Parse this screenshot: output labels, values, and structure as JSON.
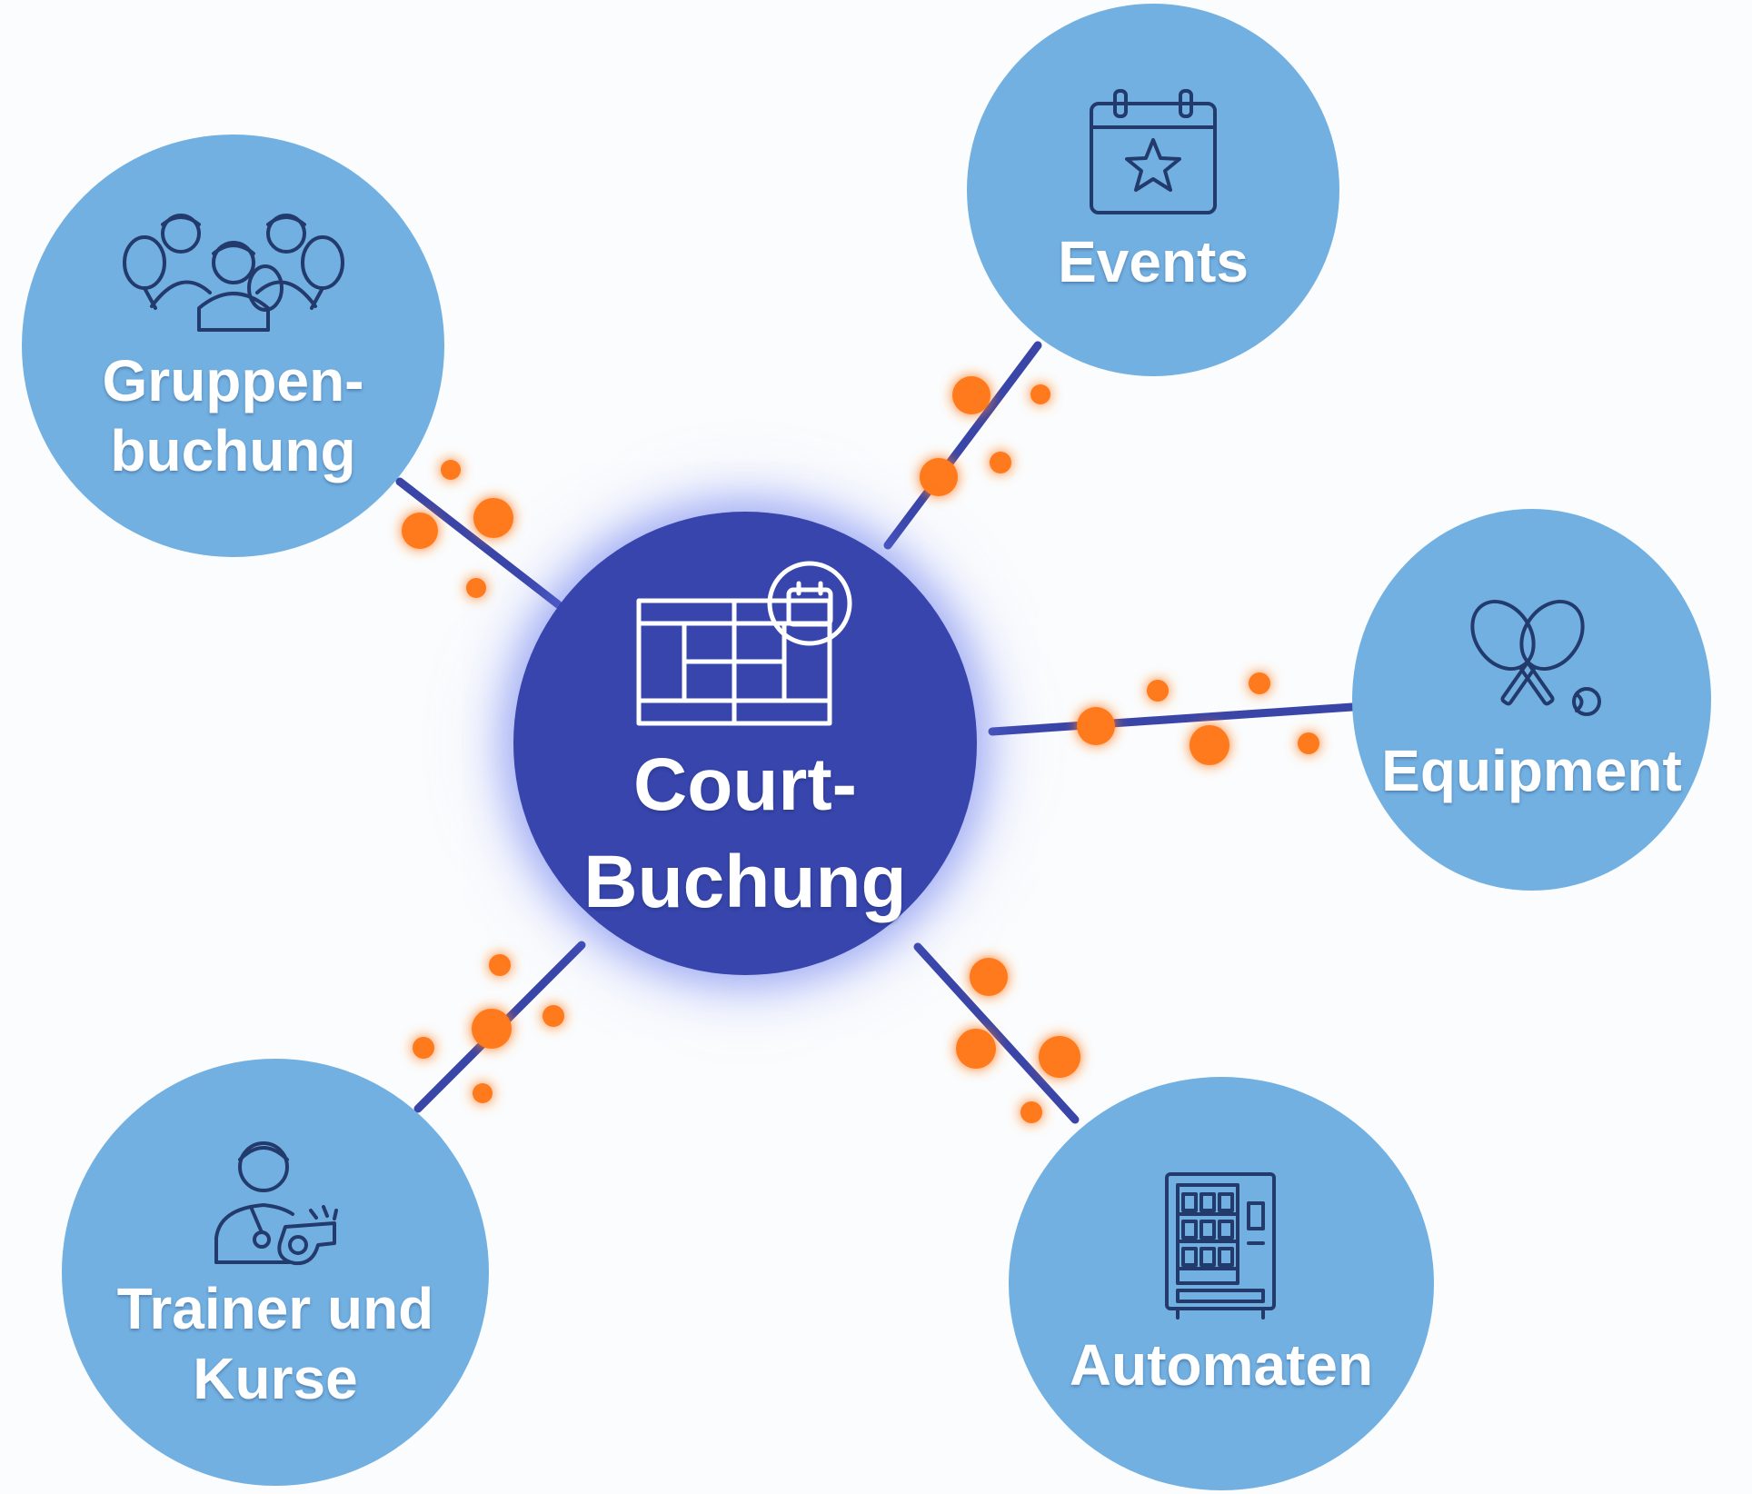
{
  "hub": {
    "label_line1": "Court-",
    "label_line2": "Buchung",
    "icon": "court-calendar-icon"
  },
  "satellites": {
    "gruppenbuchung": {
      "label_line1": "Gruppen-",
      "label_line2": "buchung",
      "icon": "group-players-icon"
    },
    "events": {
      "label_line1": "Events",
      "icon": "calendar-star-icon"
    },
    "equipment": {
      "label_line1": "Equipment",
      "icon": "tennis-rackets-icon"
    },
    "trainer": {
      "label_line1": "Trainer und",
      "label_line2": "Kurse",
      "icon": "coach-whistle-icon"
    },
    "automaten": {
      "label_line1": "Automaten",
      "icon": "vending-machine-icon"
    }
  },
  "colors": {
    "hub": "#3745ac",
    "satellite": "#72b0e1",
    "arrow": "#3a45a8",
    "particles": "#ff7a1a",
    "text": "#ffffff"
  }
}
